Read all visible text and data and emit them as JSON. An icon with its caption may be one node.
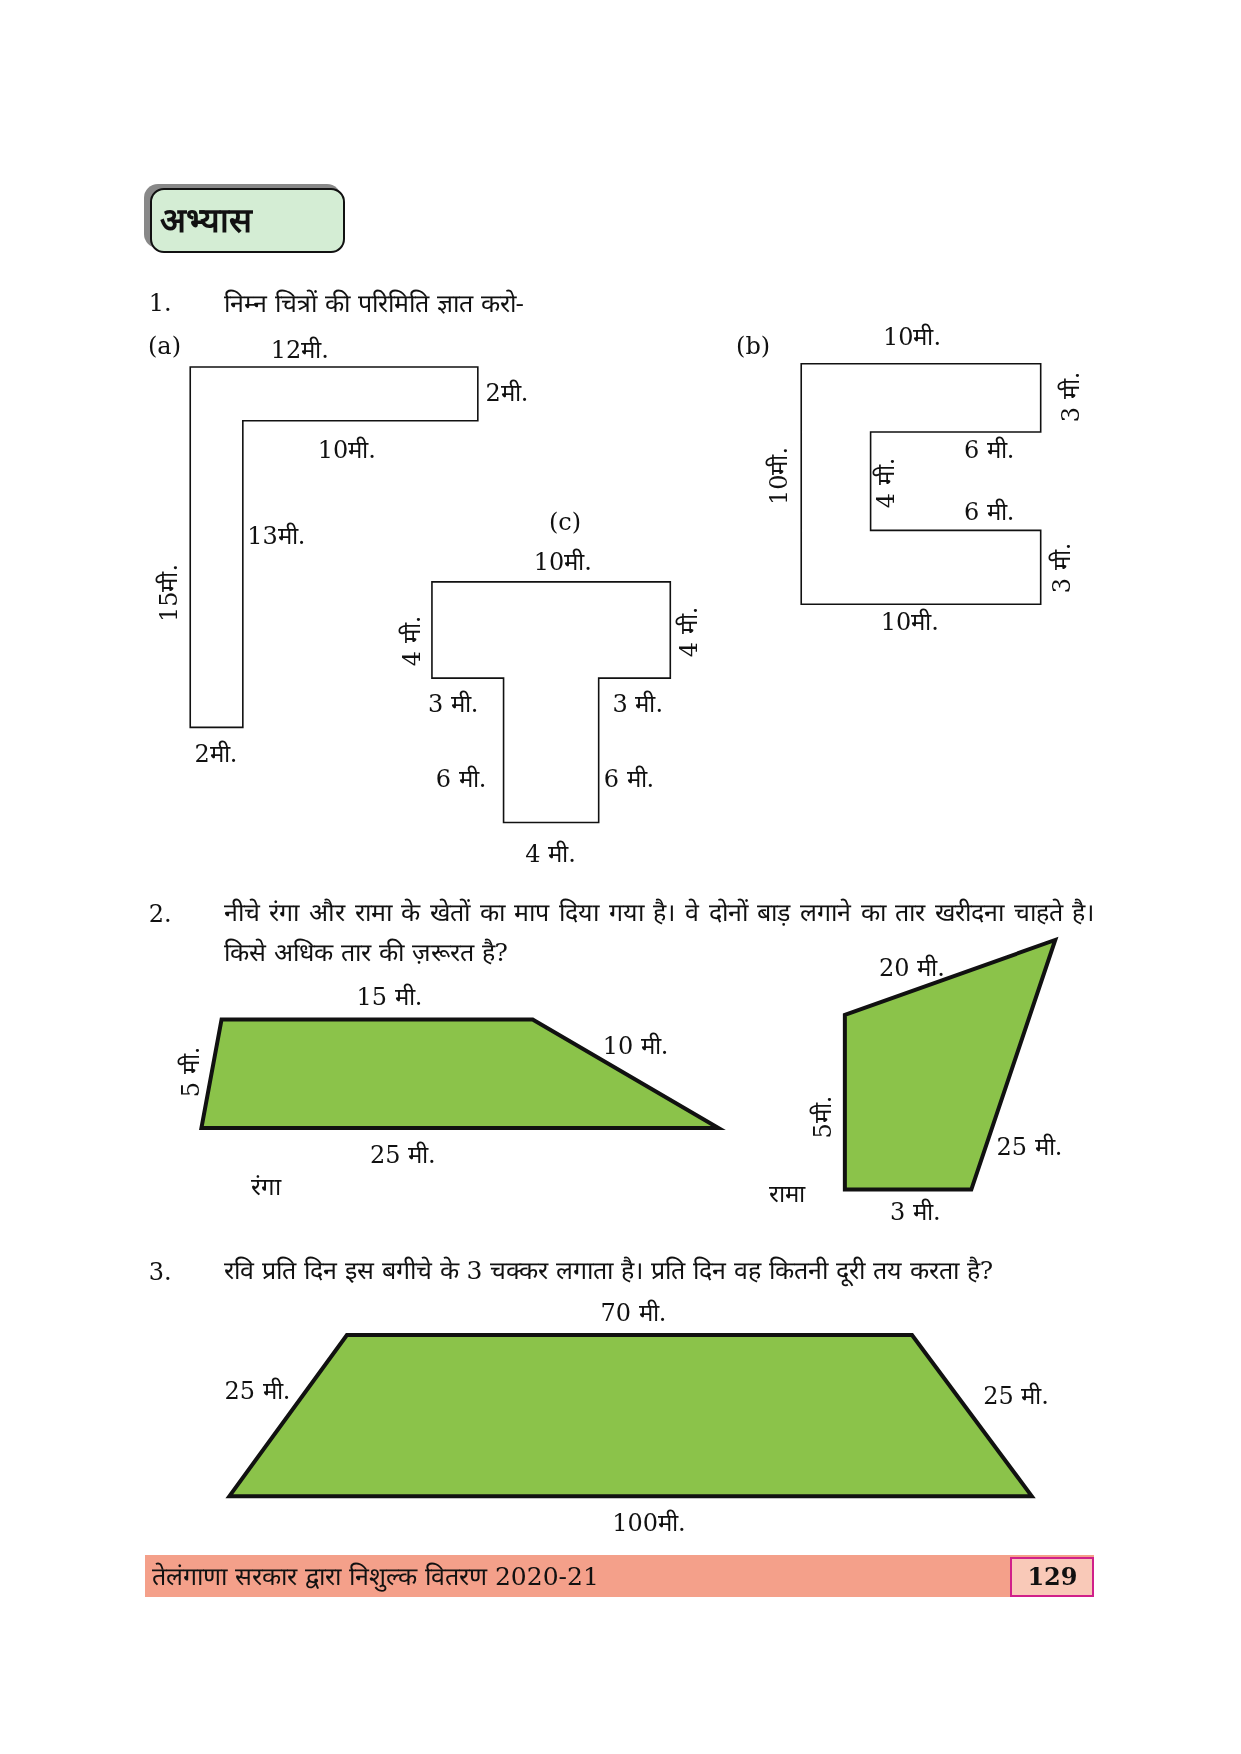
{
  "diagram": {
    "title": "अभ्यास",
    "labels": [
      "1.",
      "निम्न चित्रों की परिमिति ज्ञात करो-",
      "(a)",
      "12मी.",
      "(b)",
      "10मी.",
      "2मी.",
      "3 मी.",
      "10मी.",
      "6 मी.",
      "10मी.",
      "4 मी.",
      "6 मी.",
      "(c)",
      "13मी.",
      "10मी.",
      "3 मी.",
      "15मी.",
      "10मी.",
      "4 मी.",
      "4 मी.",
      "3 मी.",
      "3 मी.",
      "2मी.",
      "6 मी.",
      "6 मी.",
      "4 मी.",
      "2.",
      "नीचे रंगा और रामा के खेतों का माप दिया गया है। वे दोनों बाड़ लगाने का तार खरीदना चाहते है। किसे अधिक तार की ज़रूरत है?",
      "20 मी.",
      "15 मी.",
      "10 मी.",
      "5 मी.",
      "5मी.",
      "25 मी.",
      "25 मी.",
      "रंगा",
      "रामा",
      "3 मी.",
      "3.",
      "रवि प्रति दिन इस बगीचे के 3 चक्कर लगाता है। प्रति दिन वह कितनी दूरी तय करता है?",
      "70 मी.",
      "25 मी.",
      "25 मी.",
      "100मी.",
      "तेलंगाणा सरकार द्वारा निशुल्क वितरण 2020-21",
      "129"
    ]
  }
}
